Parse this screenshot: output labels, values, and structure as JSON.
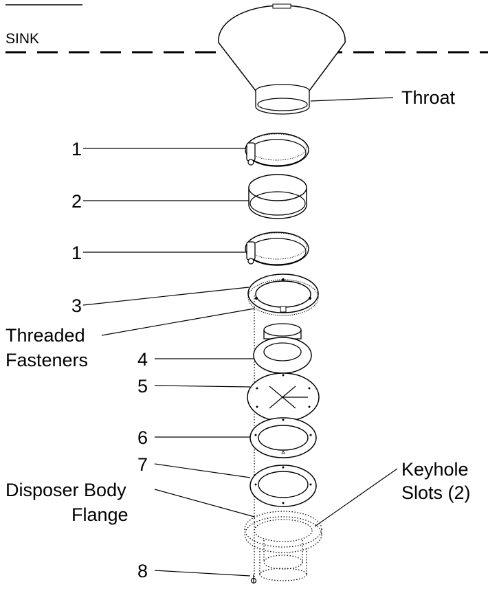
{
  "sink_label": "SINK",
  "callouts": {
    "throat": "Throat",
    "clamp_top": "1",
    "sleeve": "2",
    "clamp_bottom": "1",
    "mounting_ring": "3",
    "threaded_fasteners_line1": "Threaded",
    "threaded_fasteners_line2": "Fasteners",
    "gasket": "4",
    "splash_guard": "5",
    "ring_6": "6",
    "ring_7": "7",
    "disposer_flange_line1": "Disposer Body",
    "disposer_flange_line2": "Flange",
    "keyhole_line1": "Keyhole",
    "keyhole_line2": "Slots (2)",
    "screw": "8"
  }
}
